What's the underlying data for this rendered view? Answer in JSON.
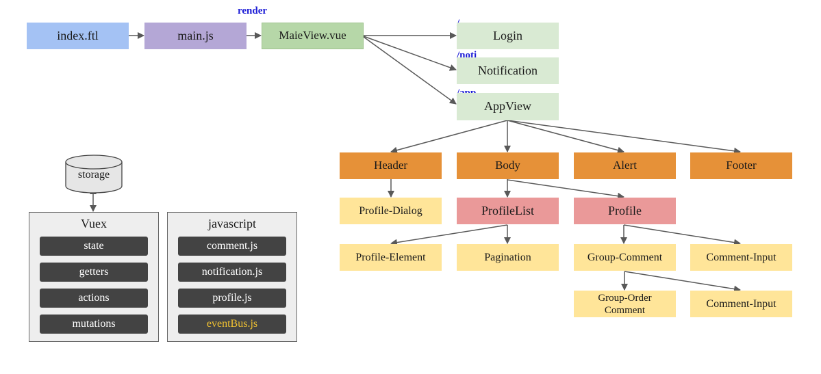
{
  "render_label": "render",
  "nodes": {
    "index": "index.ftl",
    "main": "main.js",
    "maieview": "MaieView.vue",
    "login": "Login",
    "notification": "Notification",
    "appview": "AppView",
    "header": "Header",
    "body": "Body",
    "alert": "Alert",
    "footer": "Footer",
    "profile_dialog": "Profile-Dialog",
    "profilelist": "ProfileList",
    "profile": "Profile",
    "profile_element": "Profile-Element",
    "pagination": "Pagination",
    "group_comment": "Group-Comment",
    "comment_input_1": "Comment-Input",
    "group_order_comment": "Group-Order Comment",
    "comment_input_2": "Comment-Input"
  },
  "routes": {
    "login": "/",
    "notification": "/noti",
    "appview": "/app"
  },
  "storage": {
    "label": "storage"
  },
  "vuex": {
    "title": "Vuex",
    "items": [
      "state",
      "getters",
      "actions",
      "mutations"
    ]
  },
  "javascript": {
    "title": "javascript",
    "items": [
      "comment.js",
      "notification.js",
      "profile.js",
      "eventBus.js"
    ]
  },
  "colors": {
    "entry": "#a4c2f4",
    "script": "#b4a7d6",
    "root_view": "#b6d7a8",
    "route_view": "#d9ead3",
    "layout_component": "#e69138",
    "list_component": "#ea9999",
    "leaf_component": "#ffe599",
    "route_text": "#1c1cd6",
    "highlight_text": "#f1c232"
  }
}
